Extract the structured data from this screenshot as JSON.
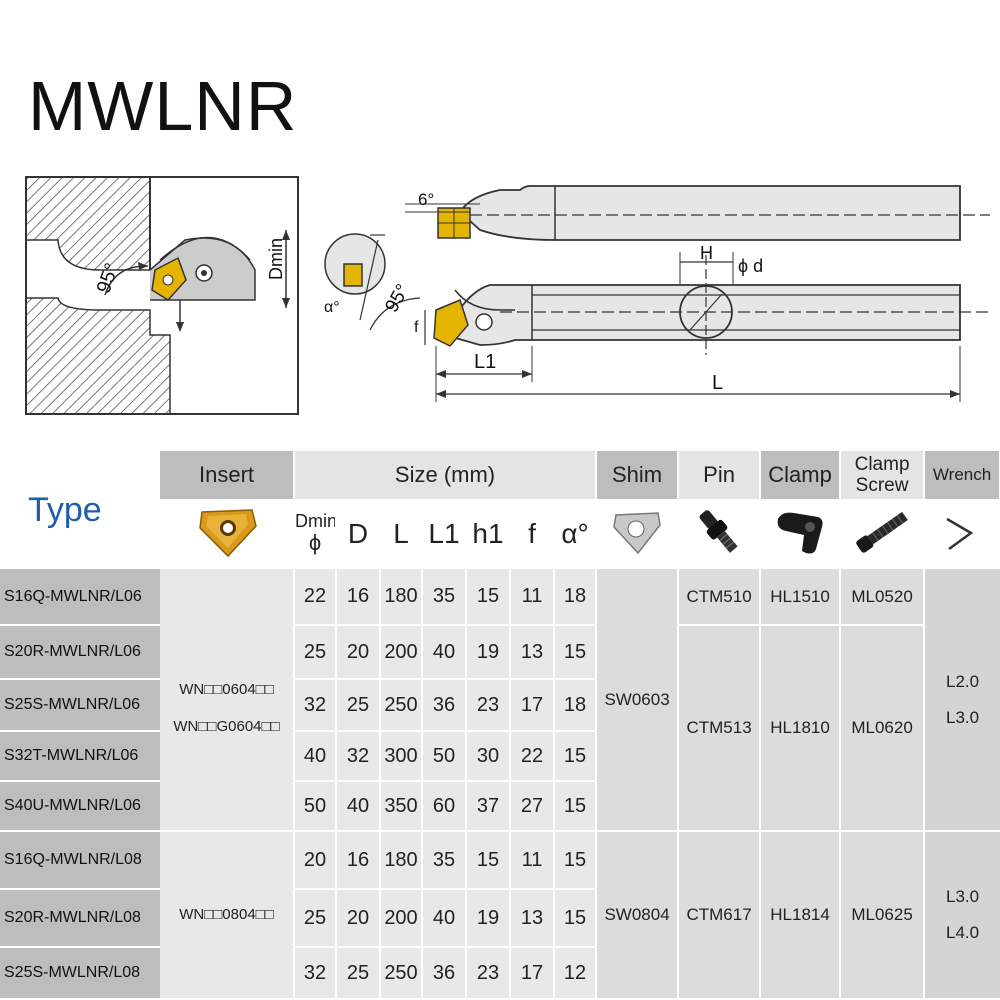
{
  "title": "MWLNR",
  "diagram": {
    "angle_95": "95°",
    "dmin_label": "Dmin",
    "phi": "ϕ",
    "angle_6": "6°",
    "alpha": "α°",
    "h_label": "H",
    "phi_d": "ϕ d",
    "f_label": "f",
    "l1_label": "L1",
    "l_label": "L"
  },
  "table": {
    "type_label": "Type",
    "insert_header": "Insert",
    "size_header": "Size (mm)",
    "shim_header": "Shim",
    "pin_header": "Pin",
    "clamp_header": "Clamp",
    "clamp_screw_header_1": "Clamp",
    "clamp_screw_header_2": "Screw",
    "wrench_header": "Wrench",
    "size_columns": {
      "dmin": "Dmin",
      "dmin_symbol": "ϕ",
      "d": "D",
      "l": "L",
      "l1": "L1",
      "h1": "h1",
      "f": "f",
      "alpha": "α°"
    },
    "rows": [
      {
        "type": "S16Q-MWLNR/L06",
        "dmin": "22",
        "d": "16",
        "l": "180",
        "l1": "35",
        "h1": "15",
        "f": "11",
        "alpha": "18"
      },
      {
        "type": "S20R-MWLNR/L06",
        "dmin": "25",
        "d": "20",
        "l": "200",
        "l1": "40",
        "h1": "19",
        "f": "13",
        "alpha": "15"
      },
      {
        "type": "S25S-MWLNR/L06",
        "dmin": "32",
        "d": "25",
        "l": "250",
        "l1": "36",
        "h1": "23",
        "f": "17",
        "alpha": "18"
      },
      {
        "type": "S32T-MWLNR/L06",
        "dmin": "40",
        "d": "32",
        "l": "300",
        "l1": "50",
        "h1": "30",
        "f": "22",
        "alpha": "15"
      },
      {
        "type": "S40U-MWLNR/L06",
        "dmin": "50",
        "d": "40",
        "l": "350",
        "l1": "60",
        "h1": "37",
        "f": "27",
        "alpha": "15"
      },
      {
        "type": "S16Q-MWLNR/L08",
        "dmin": "20",
        "d": "16",
        "l": "180",
        "l1": "35",
        "h1": "15",
        "f": "11",
        "alpha": "15"
      },
      {
        "type": "S20R-MWLNR/L08",
        "dmin": "25",
        "d": "20",
        "l": "200",
        "l1": "40",
        "h1": "19",
        "f": "13",
        "alpha": "15"
      },
      {
        "type": "S25S-MWLNR/L08",
        "dmin": "32",
        "d": "25",
        "l": "250",
        "l1": "36",
        "h1": "23",
        "f": "17",
        "alpha": "12"
      }
    ],
    "group1": {
      "insert_1": "WN□□0604□□",
      "insert_2": "WN□□G0604□□",
      "shim": "SW0603",
      "pin_a": "CTM510",
      "clamp_a": "HL1510",
      "screw_a": "ML0520",
      "pin_b": "CTM513",
      "clamp_b": "HL1810",
      "screw_b": "ML0620",
      "wrench_1": "L2.0",
      "wrench_2": "L3.0"
    },
    "group2": {
      "insert": "WN□□0804□□",
      "shim": "SW0804",
      "pin": "CTM617",
      "clamp": "HL1814",
      "screw": "ML0625",
      "wrench_1": "L3.0",
      "wrench_2": "L4.0"
    },
    "icons": {
      "insert": "insert-icon",
      "shim": "shim-icon",
      "pin": "pin-icon",
      "clamp": "clamp-icon",
      "screw": "screw-icon",
      "wrench": "wrench-icon"
    }
  }
}
